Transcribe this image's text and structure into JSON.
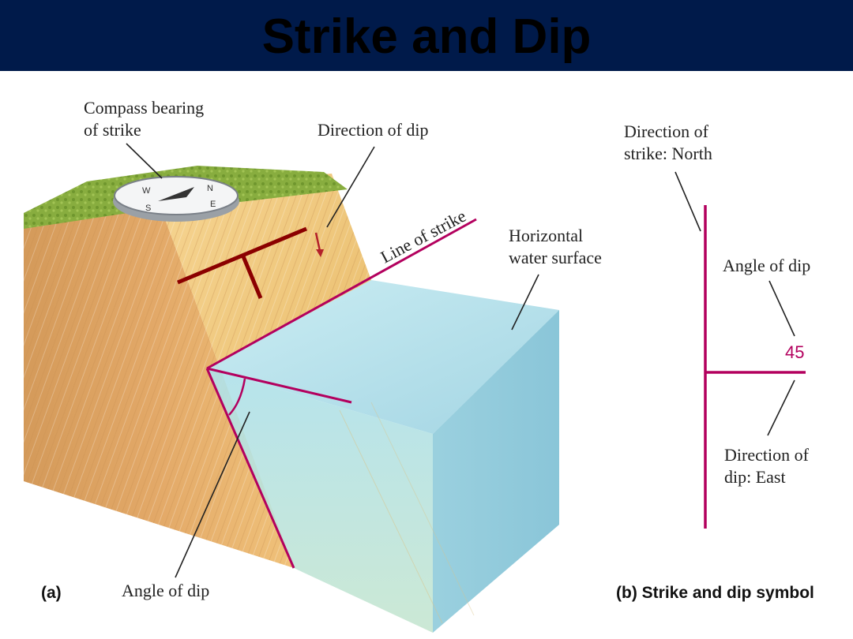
{
  "title": "Strike and Dip",
  "colors": {
    "title_bar": "#001a4a",
    "strike_dip_lines": "#b3005e",
    "symbol_on_rock": "#8b0000",
    "water": "#a9dbe8",
    "rock": "#e7b865",
    "grass": "#7fa43a"
  },
  "panel_a": {
    "caption": "(a)",
    "labels": {
      "compass_line1": "Compass bearing",
      "compass_line2": "of strike",
      "direction_of_dip": "Direction of dip",
      "line_of_strike": "Line of strike",
      "horizontal_line1": "Horizontal",
      "horizontal_line2": "water surface",
      "angle_of_dip": "Angle of dip"
    },
    "compass_letters": {
      "n": "N",
      "e": "E",
      "s": "S",
      "w": "W"
    }
  },
  "panel_b": {
    "caption": "(b)  Strike and dip symbol",
    "labels": {
      "strike_line1": "Direction of",
      "strike_line2": "strike: North",
      "angle_of_dip": "Angle of dip",
      "dip_value": "45",
      "dip_line1": "Direction of",
      "dip_line2": "dip: East"
    }
  }
}
